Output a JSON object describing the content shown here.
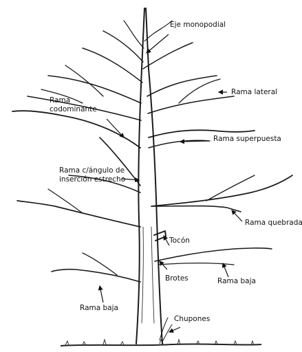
{
  "labels": {
    "eje_monopodial": "Eje monopodial",
    "rama_lateral": "Rama lateral",
    "rama_codominante": "Rama\ncodominante",
    "rama_superpuesta": "Rama superpuesta",
    "rama_angulo": "Rama c/ángulo de\ninserción estrecho",
    "rama_quebrada": "Rama quebrada",
    "tocon": "Tocón",
    "brotes": "Brotes",
    "rama_baja_right": "Rama baja",
    "rama_baja_left": "Rama baja",
    "chupones": "Chupones"
  }
}
